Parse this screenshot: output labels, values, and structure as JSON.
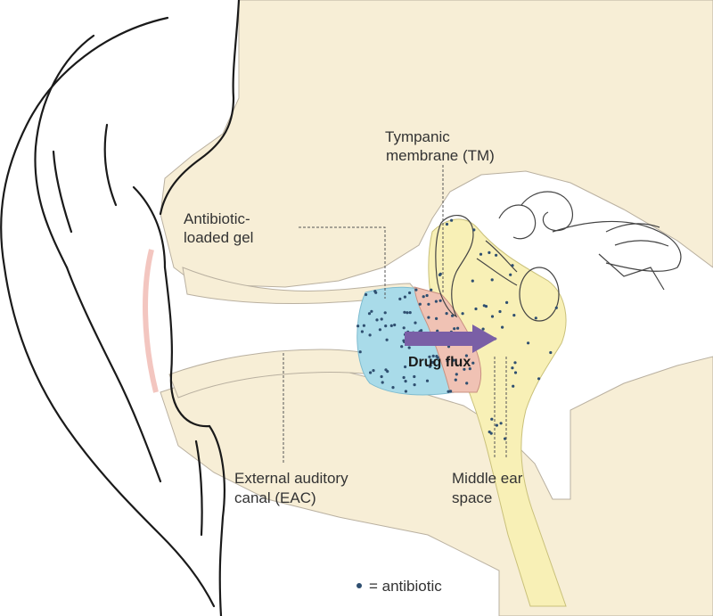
{
  "labels": {
    "tm_line1": "Tympanic",
    "tm_line2": "membrane (TM)",
    "gel_line1": "Antibiotic-",
    "gel_line2": "loaded gel",
    "drug_flux": "Drug flux",
    "eac_line1": "External auditory",
    "eac_line2": "canal (EAC)",
    "middle_line1": "Middle ear",
    "middle_line2": "space",
    "legend_text": "= antibiotic"
  },
  "colors": {
    "bone": "#f7eed6",
    "gel": "#a9dbe9",
    "tympanic_membrane": "#f0c2b4",
    "middle_ear": "#f8f0b6",
    "antibiotic_dot": "#2f4f70",
    "arrow": "#7a5fa6"
  }
}
